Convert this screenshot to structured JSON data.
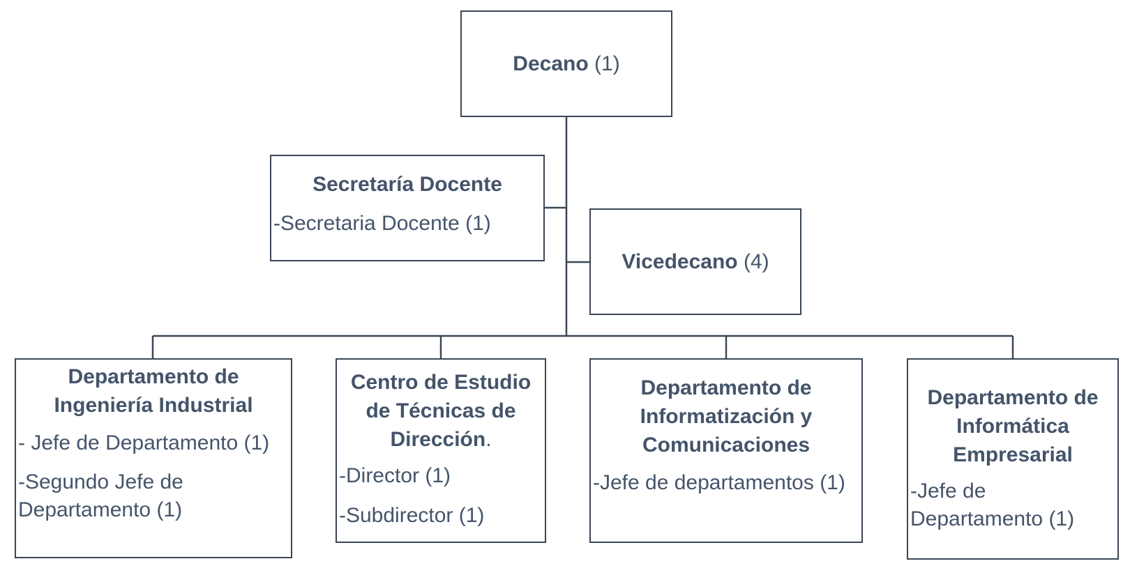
{
  "decano": {
    "title": "Decano",
    "count": "(1)"
  },
  "secretaria": {
    "title": "Secretaría Docente",
    "items": [
      "-Secretaria Docente (1)"
    ]
  },
  "vicedecano": {
    "title": "Vicedecano",
    "count": "(4)"
  },
  "departments": [
    {
      "title_lines": [
        "Departamento de",
        "Ingeniería Industrial"
      ],
      "items": [
        " - Jefe de Departamento (1)",
        " -Segundo Jefe de Departamento (1)"
      ]
    },
    {
      "title_lines": [
        "Centro de Estudio",
        "de Técnicas de",
        "Dirección"
      ],
      "title_suffix": ".",
      "items": [
        "-Director (1)",
        "-Subdirector (1)"
      ]
    },
    {
      "title_lines": [
        "Departamento de",
        "Informatización y",
        "Comunicaciones"
      ],
      "items": [
        "-Jefe de departamentos (1)"
      ]
    },
    {
      "title_lines": [
        "Departamento de",
        "Informática",
        "Empresarial"
      ],
      "items": [
        "-Jefe de Departamento (1)"
      ]
    }
  ],
  "colors": {
    "text": "#44546a",
    "border": "#3b4656",
    "connector": "#3b4656"
  }
}
